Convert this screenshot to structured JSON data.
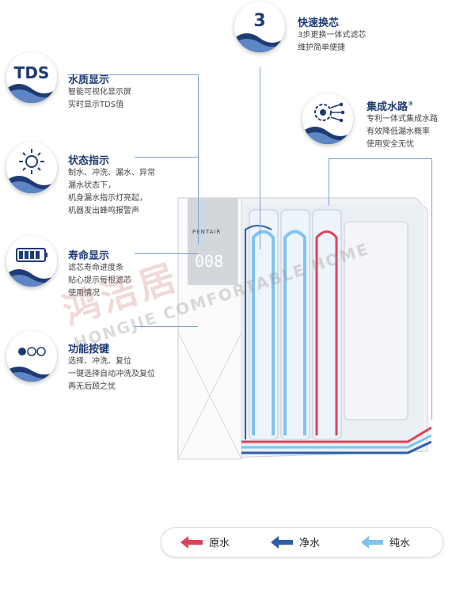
{
  "features": [
    {
      "key": "tds",
      "badge_text": "TDS",
      "title": "水质显示",
      "desc": "智能可视化显示屏\n实时显示TDS值"
    },
    {
      "key": "status",
      "title": "状态指示",
      "desc": "制水、冲洗、漏水、异常\n漏水状态下，\n机身漏水指示灯亮起，\n机器发出蜂鸣报警声"
    },
    {
      "key": "life",
      "title": "寿命显示",
      "desc": "滤芯寿命进度条\n贴心提示每根滤芯\n使用情况"
    },
    {
      "key": "buttons",
      "title": "功能按键",
      "desc": "选择、冲洗、复位\n一键选择自动冲洗及复位\n再无后顾之忧"
    },
    {
      "key": "quick",
      "badge_text": "3",
      "title": "快速换芯",
      "desc": "3步更换一体式滤芯\n维护简单便捷"
    },
    {
      "key": "waterway",
      "title": "集成水路",
      "title_sup": "③",
      "desc": "专利一体式集成水路\n有效降低漏水概率\n使用安全无忧"
    }
  ],
  "machine": {
    "brand": "PENTAIR",
    "display": "008"
  },
  "watermark": {
    "cn": "鸿洁居",
    "en": "HONGJIE COMFORTABLE HOME"
  },
  "legend": [
    {
      "label": "原水",
      "color": "#e0405a"
    },
    {
      "label": "净水",
      "color": "#2f5ea8"
    },
    {
      "label": "纯水",
      "color": "#7fc3ee"
    }
  ],
  "colors": {
    "title": "#1f3b73",
    "accent_line": "#7aa0d4"
  }
}
